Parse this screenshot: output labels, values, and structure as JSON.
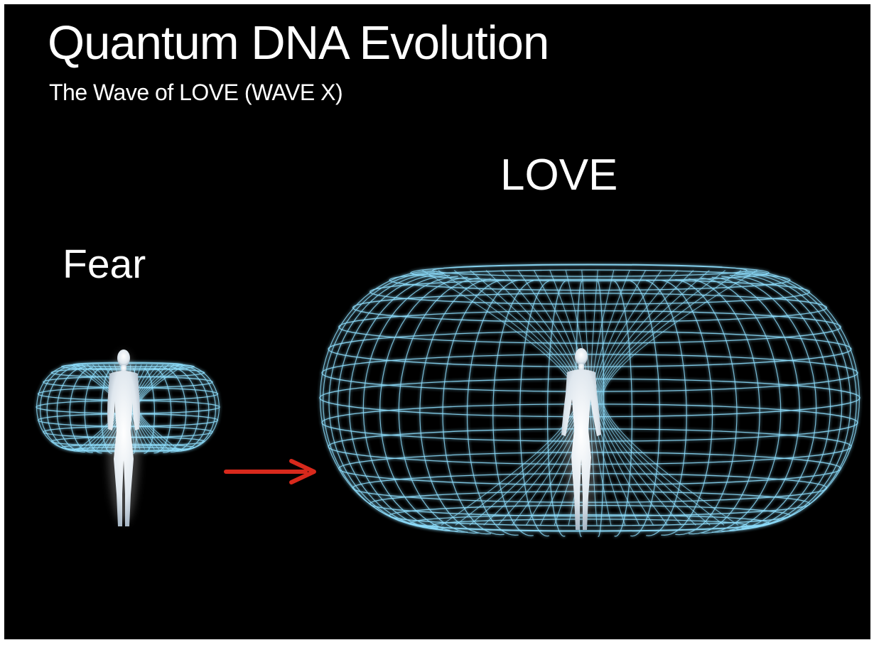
{
  "title": "Quantum DNA Evolution",
  "subtitle": "The Wave of LOVE (WAVE X)",
  "states": {
    "fear": {
      "label": "Fear"
    },
    "love": {
      "label": "LOVE"
    }
  },
  "colors": {
    "background": "#000000",
    "text": "#ffffff",
    "grid": "#8fe0ff",
    "figure": "#f2f6fa",
    "arrow": "#d8291c"
  },
  "icons": {
    "arrow": "right-arrow-icon",
    "figure": "human-figure-icon",
    "field": "torus-field-icon"
  }
}
